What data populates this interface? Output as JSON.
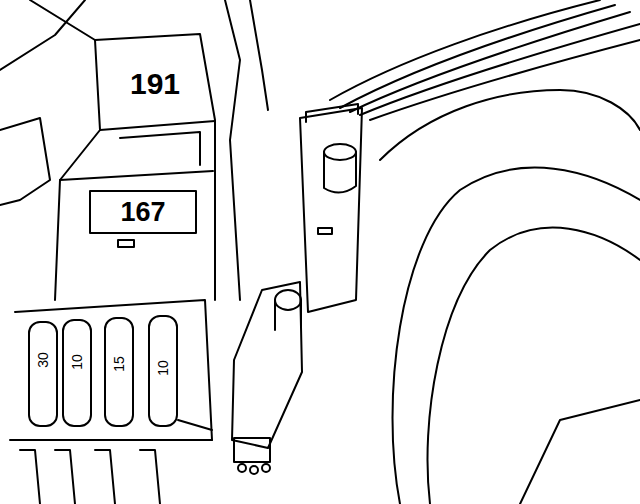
{
  "diagram": {
    "labels": [
      "191",
      "167",
      "30",
      "10",
      "15",
      "10"
    ]
  }
}
